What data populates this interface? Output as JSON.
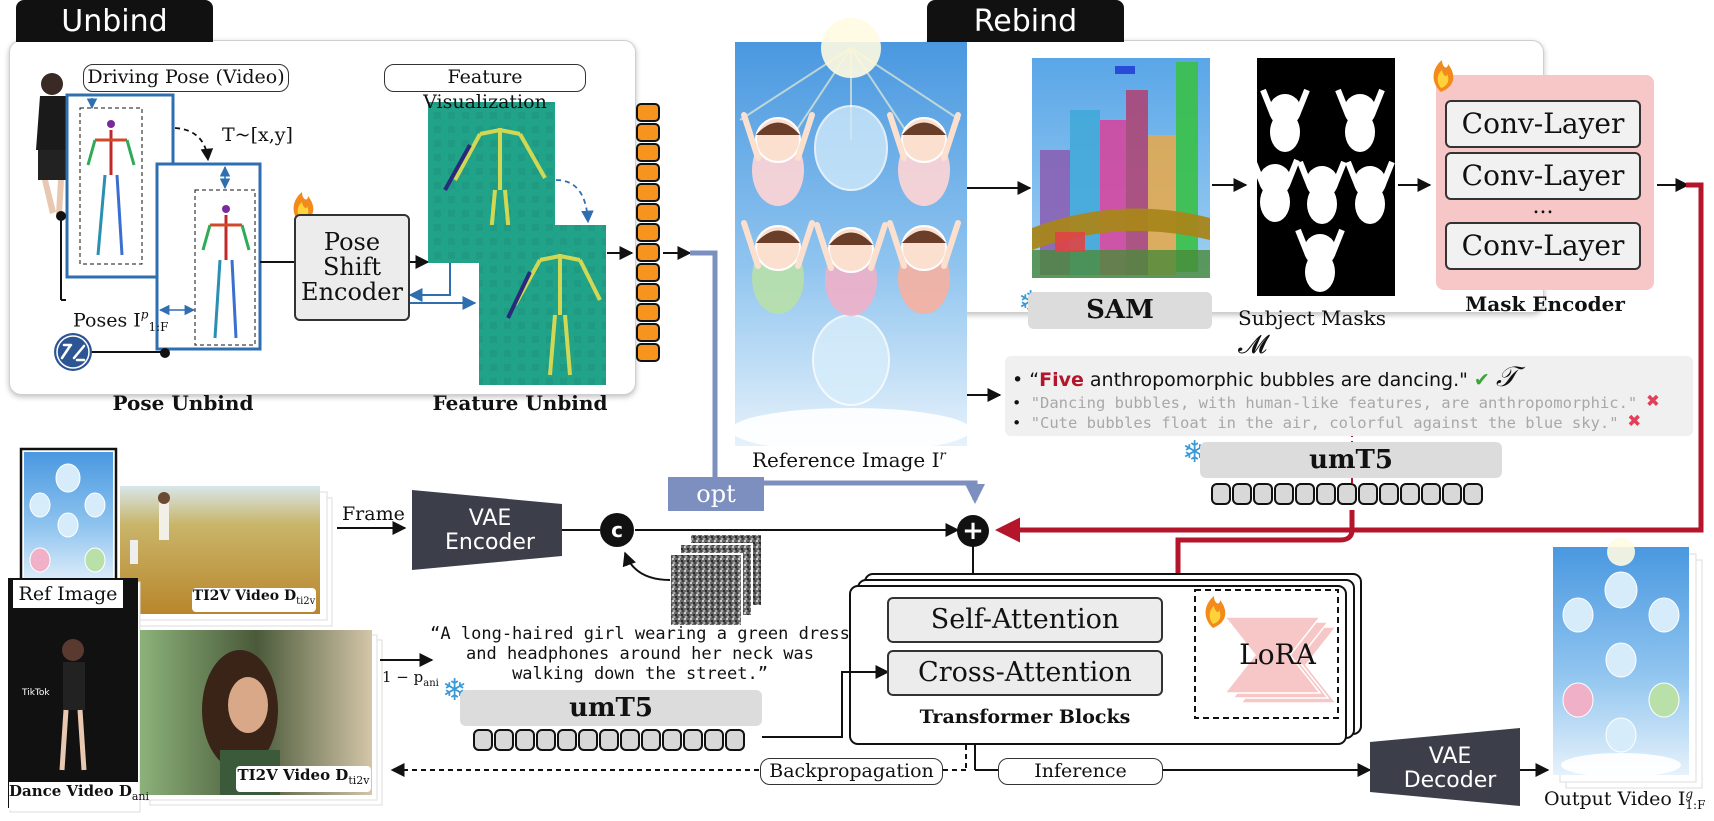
{
  "sections": {
    "unbind": "Unbind",
    "rebind": "Rebind"
  },
  "unbind_panel": {
    "driving_pose_label": "Driving Pose (Video)",
    "shift_label": "T~[x,y]",
    "poses_label": "Poses I",
    "poses_sup": "p",
    "poses_sub": "1:F",
    "pose_shift_encoder": "Pose Shift Encoder",
    "feature_visualization_label": "Feature Visualization",
    "pose_unbind_caption": "Pose Unbind",
    "feature_unbind_caption": "Feature Unbind"
  },
  "reference": {
    "caption": "Reference Image I",
    "sup": "r"
  },
  "rebind_panel": {
    "sam_label": "SAM",
    "subject_masks_label": "Subject Masks",
    "subject_masks_symbol": "𝓜",
    "conv_layers": [
      "Conv-Layer",
      "Conv-Layer",
      "Conv-Layer"
    ],
    "ellipsis": "...",
    "mask_encoder_label": "Mask Encoder"
  },
  "captions": {
    "items": [
      {
        "highlight": "Five",
        "text": " anthropomorphic bubbles are dancing.\"",
        "status": "correct"
      },
      {
        "highlight": "",
        "text": "\"Dancing bubbles, with human-like features, are anthropomorphic.\"",
        "status": "wrong"
      },
      {
        "highlight": "",
        "text": "\"Cute bubbles float in the air, colorful against the blue sky.\"",
        "status": "wrong"
      }
    ],
    "open_quote": "“",
    "symbol": "𝒯",
    "umt5_label": "umT5"
  },
  "flow": {
    "opt_label": "opt",
    "frame_label": "Frame",
    "vae_encoder": "VAE Encoder",
    "concat_symbol": "c",
    "add_symbol": "+",
    "ref_image_label": "Ref Image",
    "ti2v_video_label_top": "TI2V Video D",
    "ti2v_sub": "ti2v",
    "dance_video_label": "Dance Video D",
    "dance_sub": "ani",
    "ti2v_video_label_bottom": "TI2V Video D",
    "prompt_text": "“A long-haired girl wearing a green dress and headphones around her neck was walking down the street.”",
    "prob_label": "1 − p",
    "prob_sub": "ani",
    "umt5_label": "umT5",
    "self_attention": "Self-Attention",
    "cross_attention": "Cross-Attention",
    "transformer_blocks_label": "Transformer Blocks",
    "lora_label": "LoRA",
    "backprop_label": "Backpropagation",
    "inference_label": "Inference",
    "vae_decoder": "VAE Decoder",
    "output_label": "Output Video I",
    "output_sup": "g",
    "output_sub": "1:F"
  },
  "colors": {
    "steel_blue": "#2f6fb0",
    "flow_blue": "#7d8fbf",
    "rebind_red": "#b5152b",
    "token_orange": "#f7941d",
    "mask_pink": "#f7c6c6",
    "vae_dark": "#3c3f4a",
    "feature_teal": "#21a38a",
    "check_green": "#3aa63a",
    "cross_red": "#e0405a"
  }
}
